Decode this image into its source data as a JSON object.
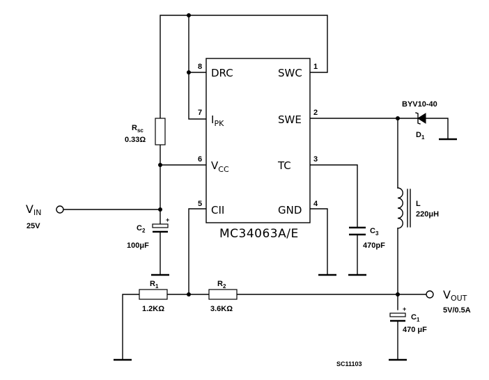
{
  "ic": {
    "part": "MC34063A/E",
    "pins": {
      "p1": {
        "num": "1",
        "name": "SWC"
      },
      "p2": {
        "num": "2",
        "name": "SWE"
      },
      "p3": {
        "num": "3",
        "name": "TC"
      },
      "p4": {
        "num": "4",
        "name": "GND"
      },
      "p5": {
        "num": "5",
        "name": "CII"
      },
      "p6": {
        "num": "6",
        "name": "V",
        "sub": "CC"
      },
      "p7": {
        "num": "7",
        "name": "I",
        "sub": "PK"
      },
      "p8": {
        "num": "8",
        "name": "DRC"
      }
    }
  },
  "components": {
    "rsc": {
      "name": "R",
      "sub": "sc",
      "value": "0.33Ω"
    },
    "c2": {
      "name": "C",
      "sub": "2",
      "value": "100μF"
    },
    "r1": {
      "name": "R",
      "sub": "1",
      "value": "1.2KΩ"
    },
    "r2": {
      "name": "R",
      "sub": "2",
      "value": "3.6KΩ"
    },
    "c3": {
      "name": "C",
      "sub": "3",
      "value": "470pF"
    },
    "d1": {
      "part": "BYV10-40",
      "name": "D",
      "sub": "1"
    },
    "l": {
      "name": "L",
      "value": "220μH"
    },
    "c1": {
      "name": "C",
      "sub": "1",
      "value": "470 μF"
    },
    "c_plus": "+"
  },
  "terminals": {
    "vin": {
      "name": "V",
      "sub": "IN",
      "value": "25V"
    },
    "vout": {
      "name": "V",
      "sub": "OUT",
      "value": "5V/0.5A"
    }
  },
  "figure_id": "SC11103"
}
